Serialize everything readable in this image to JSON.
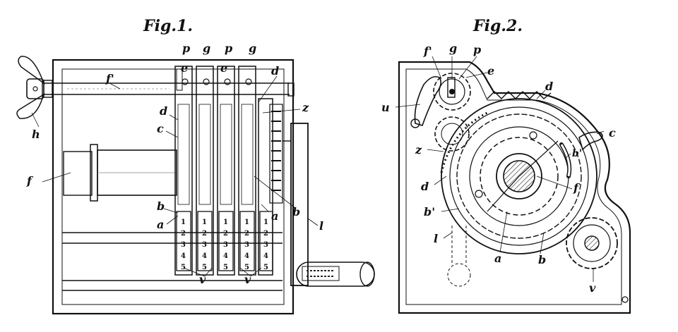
{
  "figures": [
    {
      "title": "Fig.1.",
      "labels": {
        "p1": "p",
        "g1": "g",
        "p2": "p",
        "g2": "g",
        "e1": "e",
        "e2": "e",
        "d_top": "d",
        "f_prime": "f'",
        "z": "z",
        "d_left": "d",
        "c": "c",
        "h": "h",
        "f": "f",
        "b_left": "b",
        "a_left": "a",
        "a_right": "a",
        "b_right": "b",
        "l": "l",
        "v1": "v",
        "v2": "v"
      },
      "wheel_digits": [
        "1",
        "2",
        "3",
        "4",
        "5"
      ]
    },
    {
      "title": "Fig.2.",
      "labels": {
        "f_prime": "f'",
        "g": "g",
        "p": "p",
        "e": "e",
        "u": "u",
        "d": "d",
        "c": "c",
        "z": "z",
        "b_prime_upper": "b'",
        "d_lower": "d",
        "f": "f",
        "b_prime_lower": "b'",
        "l": "l",
        "a": "a",
        "b": "b",
        "v": "v"
      }
    }
  ]
}
